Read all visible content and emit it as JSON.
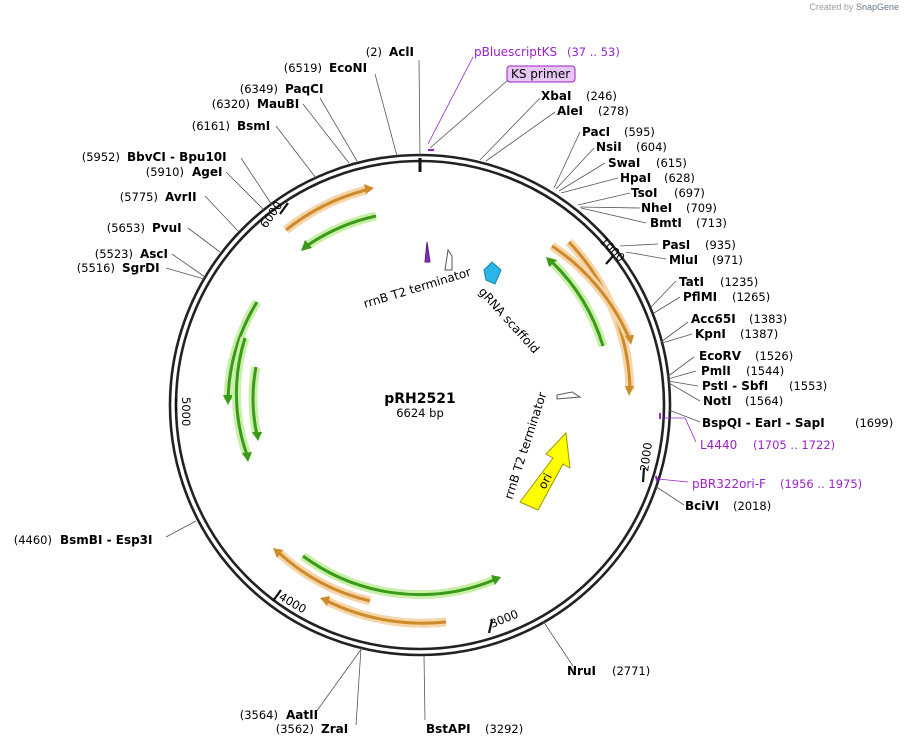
{
  "header": {
    "credit_prefix": "Created by",
    "credit_brand": "SnapGene"
  },
  "plasmid": {
    "name": "pRH2521",
    "length_label": "6624 bp",
    "length": 6624
  },
  "ticks": [
    {
      "label": "1000",
      "pos": 1000
    },
    {
      "label": "2000",
      "pos": 2000
    },
    {
      "label": "3000",
      "pos": 3000
    },
    {
      "label": "4000",
      "pos": 4000
    },
    {
      "label": "5000",
      "pos": 5000
    },
    {
      "label": "6000",
      "pos": 6000
    }
  ],
  "enzymes_right": [
    {
      "name": "XbaI",
      "pos": "(246)",
      "site": 246
    },
    {
      "name": "AleI",
      "pos": "(278)",
      "site": 278
    },
    {
      "name": "PacI",
      "pos": "(595)",
      "site": 595
    },
    {
      "name": "NsiI",
      "pos": "(604)",
      "site": 604
    },
    {
      "name": "SwaI",
      "pos": "(615)",
      "site": 615
    },
    {
      "name": "HpaI",
      "pos": "(628)",
      "site": 628
    },
    {
      "name": "TsoI",
      "pos": "(697)",
      "site": 697
    },
    {
      "name": "NheI",
      "pos": "(709)",
      "site": 709
    },
    {
      "name": "BmtI",
      "pos": "(713)",
      "site": 713
    },
    {
      "name": "PasI",
      "pos": "(935)",
      "site": 935
    },
    {
      "name": "MluI",
      "pos": "(971)",
      "site": 971
    },
    {
      "name": "TatI",
      "pos": "(1235)",
      "site": 1235
    },
    {
      "name": "PflMI",
      "pos": "(1265)",
      "site": 1265
    },
    {
      "name": "Acc65I",
      "pos": "(1383)",
      "site": 1383
    },
    {
      "name": "KpnI",
      "pos": "(1387)",
      "site": 1387
    },
    {
      "name": "EcoRV",
      "pos": "(1526)",
      "site": 1526
    },
    {
      "name": "PmlI",
      "pos": "(1544)",
      "site": 1544
    },
    {
      "name": "PstI - SbfI",
      "pos": "(1553)",
      "site": 1553
    },
    {
      "name": "NotI",
      "pos": "(1564)",
      "site": 1564
    },
    {
      "name": "BspQI - EarI - SapI",
      "pos": "(1699)",
      "site": 1699
    },
    {
      "name": "BciVI",
      "pos": "(2018)",
      "site": 2018
    },
    {
      "name": "NruI",
      "pos": "(2771)",
      "site": 2771
    },
    {
      "name": "BstAPI",
      "pos": "(3292)",
      "site": 3292
    }
  ],
  "enzymes_left": [
    {
      "name": "AclI",
      "pos": "(2)",
      "site": 2
    },
    {
      "name": "EcoNI",
      "pos": "(6519)",
      "site": 6519
    },
    {
      "name": "PaqCI",
      "pos": "(6349)",
      "site": 6349
    },
    {
      "name": "MauBI",
      "pos": "(6320)",
      "site": 6320
    },
    {
      "name": "BsmI",
      "pos": "(6161)",
      "site": 6161
    },
    {
      "name": "BbvCI - Bpu10I",
      "pos": "(5952)",
      "site": 5952
    },
    {
      "name": "AgeI",
      "pos": "(5910)",
      "site": 5910
    },
    {
      "name": "AvrII",
      "pos": "(5775)",
      "site": 5775
    },
    {
      "name": "PvuI",
      "pos": "(5653)",
      "site": 5653
    },
    {
      "name": "AscI",
      "pos": "(5523)",
      "site": 5523
    },
    {
      "name": "SgrDI",
      "pos": "(5516)",
      "site": 5516
    },
    {
      "name": "BsmBI - Esp3I",
      "pos": "(4460)",
      "site": 4460
    },
    {
      "name": "AatII",
      "pos": "(3564)",
      "site": 3564
    },
    {
      "name": "ZraI",
      "pos": "(3562)",
      "site": 3562
    }
  ],
  "primers": [
    {
      "name": "pBluescriptKS",
      "range": "(37 .. 53)"
    },
    {
      "name": "KS primer",
      "range": ""
    },
    {
      "name": "L4440",
      "range": "(1705 .. 1722)"
    },
    {
      "name": "pBR322ori-F",
      "range": "(1956 .. 1975)"
    }
  ],
  "features": [
    {
      "name": "rrnB T2 terminator",
      "strand": "reverse"
    },
    {
      "name": "gRNA scaffold",
      "strand": "forward"
    },
    {
      "name": "rrnB T2 terminator",
      "strand": "reverse"
    },
    {
      "name": "ori",
      "strand": "forward"
    }
  ],
  "colors": {
    "backbone": "#222222",
    "primer": "#9b22c9",
    "primer_bg": "#e6c7f4",
    "orf_orange": "#cf8a2b",
    "orf_orange_glow": "#f5d6a8",
    "orf_green": "#3a9a1a",
    "orf_green_glow": "#c9efa8",
    "ori": "#ffff00",
    "grna": "#29b6e8"
  }
}
